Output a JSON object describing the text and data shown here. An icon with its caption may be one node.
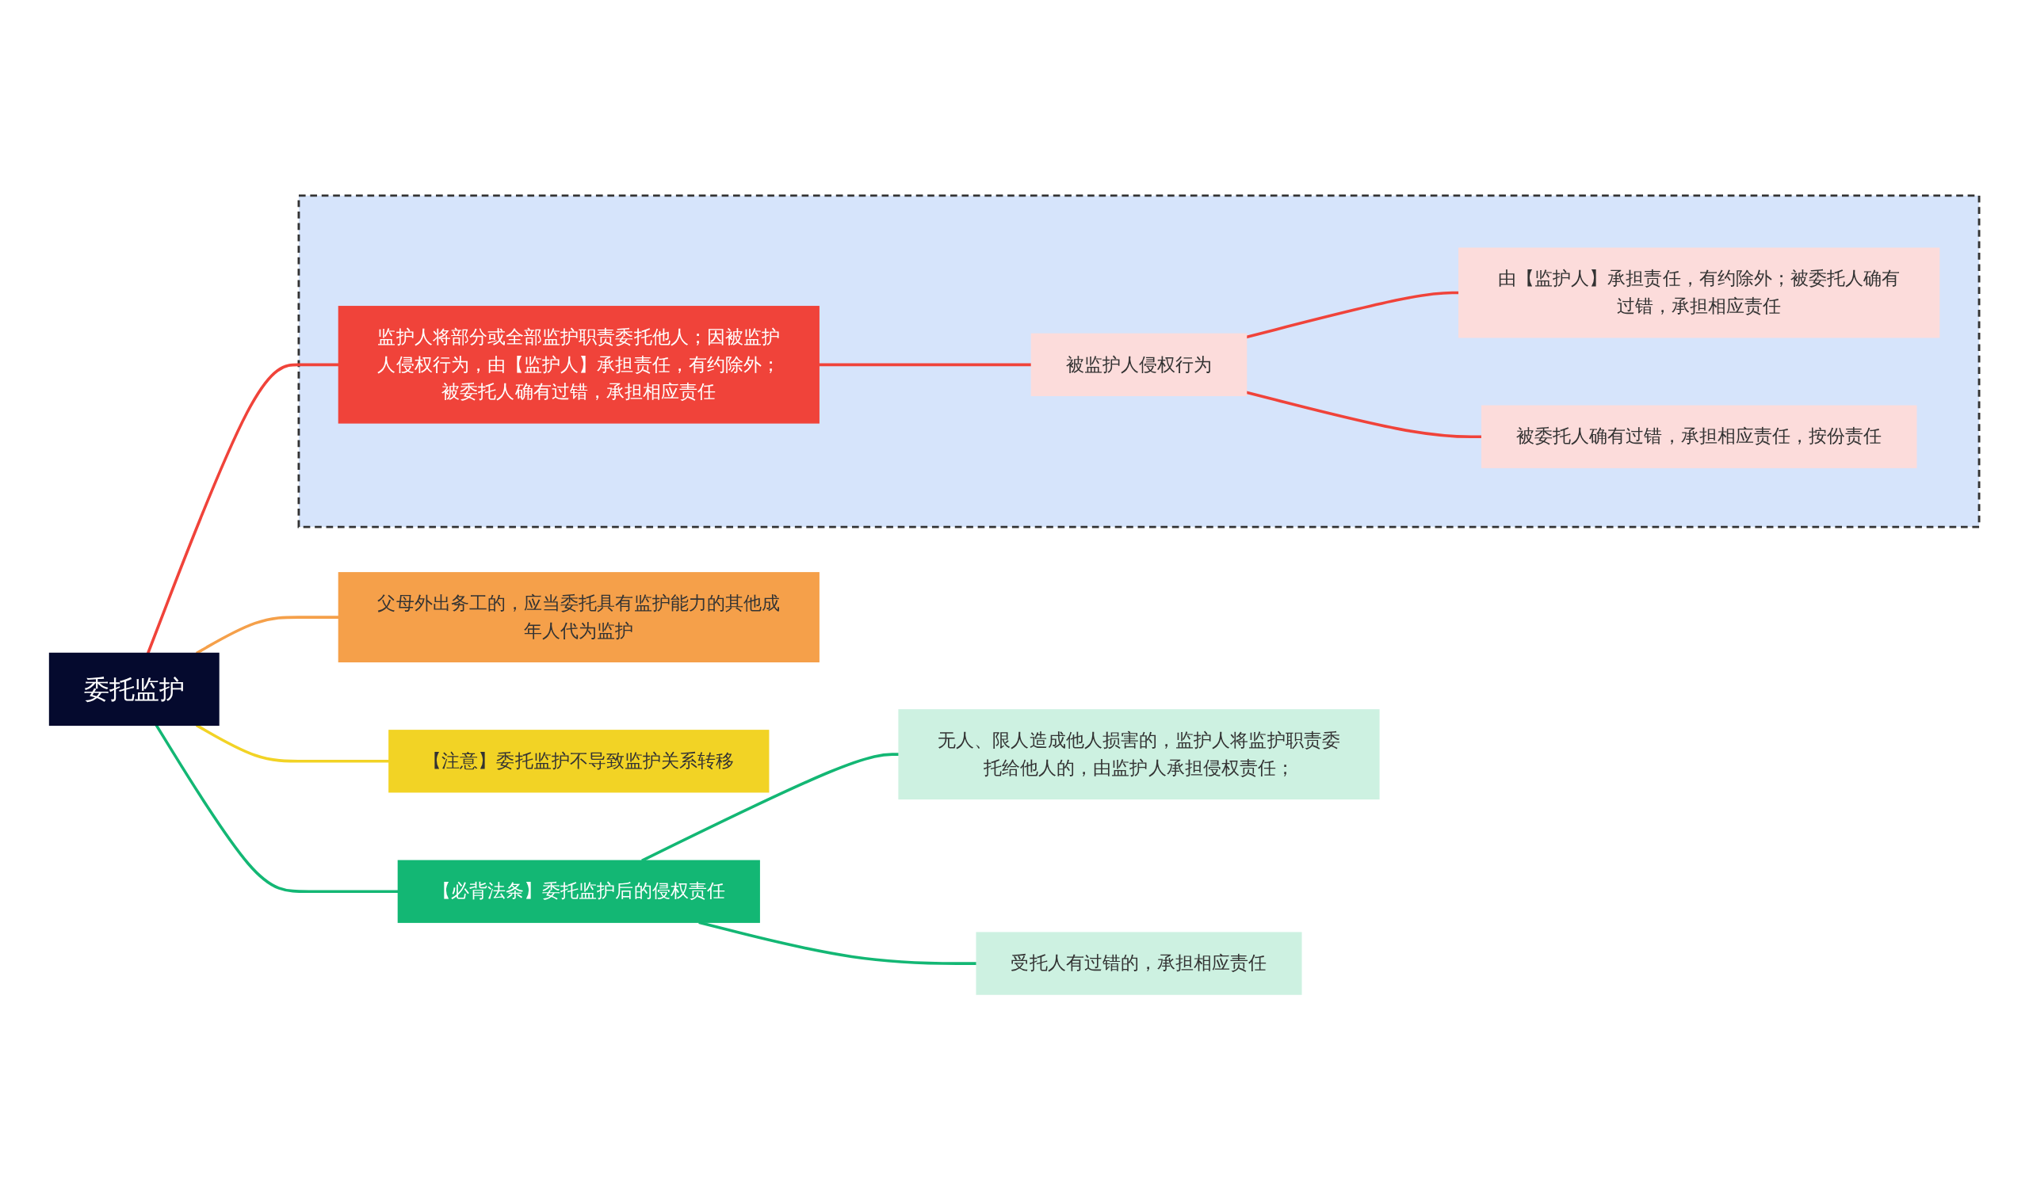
{
  "diagram": {
    "nodes": [
      {
        "text": [
          "委托监护"
        ]
      },
      {
        "text": [],
        "shape": "box"
      },
      {
        "text": [
          "监护人将部分或全部监护职责委托他人；因被监护人侵权行为，由【监护人】承担责任，有约除外；被委托人确有过错，承担相应责任"
        ],
        "in": 1
      },
      {
        "text": [
          "被监护人侵权行为"
        ],
        "in": 1
      },
      {
        "text": [
          "由【监护人】承担责任，有约除外；被委托人确有过错，承担相应责任"
        ],
        "in": 1
      },
      {
        "text": [
          "被委托人确有过错，承担相应责任，按份责任"
        ],
        "in": 1
      },
      {
        "text": [
          "父母外出务工的，应当委托具有监护能力的其他成年人代为监护"
        ]
      },
      {
        "text": [
          "【注意】委托监护不导致监护关系转移"
        ]
      },
      {
        "text": [
          "【必背法条】委托监护后的侵权责任"
        ]
      },
      {
        "text": [
          "无人、限人造成他人损害的，监护人将监护职责委托给他人的，由监护人承担侵权责任；"
        ]
      },
      {
        "text": [
          "受托人有过错的，承担相应责任"
        ]
      }
    ],
    "edges": [
      {
        "from": 0,
        "to": 2,
        "arrow": "none"
      },
      {
        "from": 2,
        "to": 3,
        "arrow": "none"
      },
      {
        "from": 3,
        "to": 4,
        "arrow": "none"
      },
      {
        "from": 3,
        "to": 5,
        "arrow": "none"
      },
      {
        "from": 0,
        "to": 6,
        "arrow": "none",
        "color": "#f5a04a"
      },
      {
        "from": 0,
        "to": 7,
        "arrow": "none",
        "color": "#f2d325"
      },
      {
        "from": 0,
        "to": 8,
        "arrow": "none",
        "color": "#13b774"
      },
      {
        "from": 8,
        "to": 9,
        "arrow": "none",
        "color": "#13b774"
      },
      {
        "from": 8,
        "to": 10,
        "arrow": "none",
        "color": "#13b774"
      }
    ]
  }
}
